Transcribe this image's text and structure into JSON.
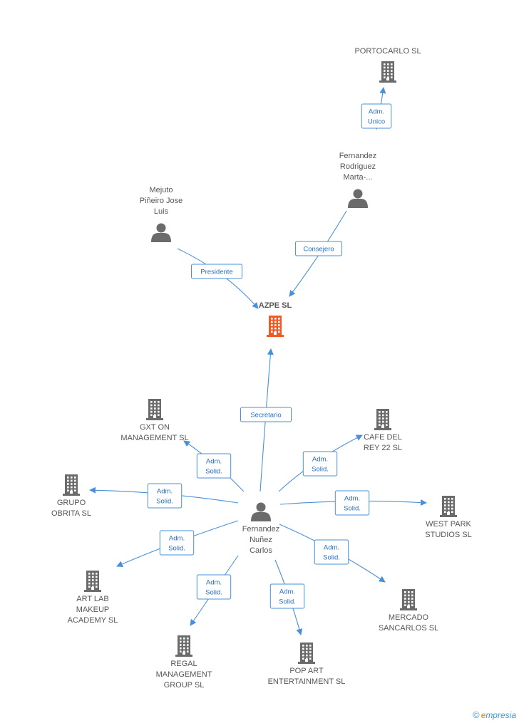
{
  "colors": {
    "edge": "#4a90d9",
    "edge_text": "#2a6fc0",
    "company": "#6b6b6b",
    "company_main": "#f05a24",
    "person": "#6b6b6b"
  },
  "nodes": [
    {
      "id": "azpe",
      "type": "company",
      "main": true,
      "label": [
        "AZPE SL"
      ]
    },
    {
      "id": "portocarlo",
      "type": "company",
      "label": [
        "PORTOCARLO SL"
      ]
    },
    {
      "id": "fernandez_rodriguez",
      "type": "person",
      "label": [
        "Fernandez",
        "Rodriguez",
        "Marta-..."
      ]
    },
    {
      "id": "mejuto",
      "type": "person",
      "label": [
        "Mejuto",
        "Piñeiro Jose",
        "Luis"
      ]
    },
    {
      "id": "fernandez_nunez",
      "type": "person",
      "label": [
        "Fernandez",
        "Nuñez",
        "Carlos"
      ]
    },
    {
      "id": "gxt",
      "type": "company",
      "label": [
        "GXT ON",
        "MANAGEMENT SL"
      ]
    },
    {
      "id": "cafe",
      "type": "company",
      "label": [
        "CAFE DEL",
        "REY 22 SL"
      ]
    },
    {
      "id": "grupo",
      "type": "company",
      "label": [
        "GRUPO",
        "OBRITA SL"
      ]
    },
    {
      "id": "westpark",
      "type": "company",
      "label": [
        "WEST PARK",
        "STUDIOS SL"
      ]
    },
    {
      "id": "artlab",
      "type": "company",
      "label": [
        "ART LAB",
        "MAKEUP",
        "ACADEMY SL"
      ]
    },
    {
      "id": "mercado",
      "type": "company",
      "label": [
        "MERCADO",
        "SANCARLOS  SL"
      ]
    },
    {
      "id": "regal",
      "type": "company",
      "label": [
        "REGAL",
        "MANAGEMENT",
        "GROUP  SL"
      ]
    },
    {
      "id": "popart",
      "type": "company",
      "label": [
        "POP ART",
        "ENTERTAINMENT SL"
      ]
    }
  ],
  "edges": [
    {
      "from": "fernandez_rodriguez",
      "to": "portocarlo",
      "label": [
        "Adm.",
        "Unico"
      ]
    },
    {
      "from": "fernandez_rodriguez",
      "to": "azpe",
      "label": [
        "Consejero"
      ]
    },
    {
      "from": "mejuto",
      "to": "azpe",
      "label": [
        "Presidente"
      ]
    },
    {
      "from": "fernandez_nunez",
      "to": "azpe",
      "label": [
        "Secretario"
      ]
    },
    {
      "from": "fernandez_nunez",
      "to": "gxt",
      "label": [
        "Adm.",
        "Solid."
      ]
    },
    {
      "from": "fernandez_nunez",
      "to": "cafe",
      "label": [
        "Adm.",
        "Solid."
      ]
    },
    {
      "from": "fernandez_nunez",
      "to": "grupo",
      "label": [
        "Adm.",
        "Solid."
      ]
    },
    {
      "from": "fernandez_nunez",
      "to": "westpark",
      "label": [
        "Adm.",
        "Solid."
      ]
    },
    {
      "from": "fernandez_nunez",
      "to": "artlab",
      "label": [
        "Adm.",
        "Solid."
      ]
    },
    {
      "from": "fernandez_nunez",
      "to": "mercado",
      "label": [
        "Adm.",
        "Solid."
      ]
    },
    {
      "from": "fernandez_nunez",
      "to": "regal",
      "label": [
        "Adm.",
        "Solid."
      ]
    },
    {
      "from": "fernandez_nunez",
      "to": "popart",
      "label": [
        "Adm.",
        "Solid."
      ]
    }
  ],
  "watermark": {
    "copyright": "©",
    "brand_first": "e",
    "brand_rest": "mpresia"
  }
}
